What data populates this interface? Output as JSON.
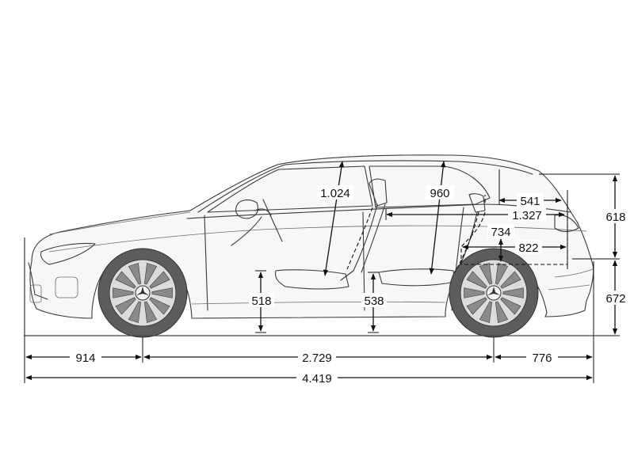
{
  "dimensions": {
    "front_overhang": "914",
    "wheelbase": "2.729",
    "rear_overhang": "776",
    "overall_length": "4.419",
    "front_headroom": "1.024",
    "rear_headroom": "960",
    "front_seat_height": "518",
    "rear_seat_height": "538",
    "load_length_upper": "541",
    "load_length_rear_seat": "1.327",
    "load_height": "734",
    "load_floor_length": "822",
    "upper_rear_height": "618",
    "lower_rear_height": "672"
  }
}
